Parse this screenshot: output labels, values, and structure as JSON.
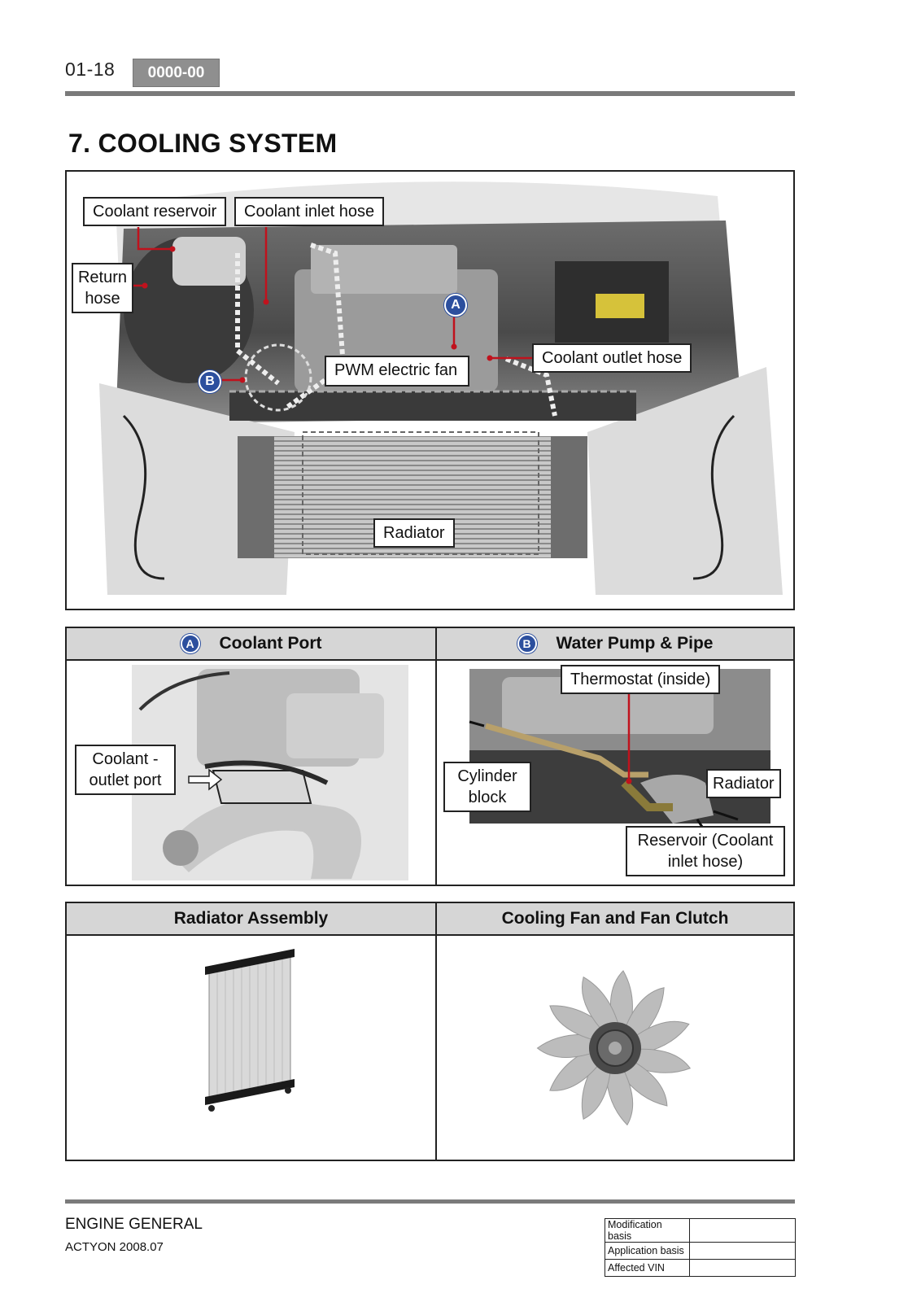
{
  "header": {
    "page_number": "01-18",
    "code": "0000-00"
  },
  "title": "7. COOLING SYSTEM",
  "main_figure": {
    "labels": {
      "coolant_reservoir": "Coolant reservoir",
      "coolant_inlet_hose": "Coolant inlet hose",
      "return_hose": "Return hose",
      "pwm_electric_fan": "PWM electric fan",
      "coolant_outlet_hose": "Coolant outlet hose",
      "radiator": "Radiator"
    },
    "markers": {
      "a": "A",
      "b": "B"
    }
  },
  "panels_row1": {
    "left": {
      "marker": "A",
      "title": "Coolant Port",
      "labels": {
        "coolant_outlet_port": "Coolant - outlet port"
      }
    },
    "right": {
      "marker": "B",
      "title": "Water Pump & Pipe",
      "labels": {
        "thermostat": "Thermostat (inside)",
        "cylinder_block": "Cylinder block",
        "radiator": "Radiator",
        "reservoir": "Reservoir (Coolant inlet hose)"
      }
    }
  },
  "panels_row2": {
    "left": {
      "title": "Radiator Assembly"
    },
    "right": {
      "title": "Cooling Fan and Fan Clutch"
    }
  },
  "footer": {
    "section": "ENGINE GENERAL",
    "model": "ACTYON 2008.07",
    "modification_table": [
      {
        "key": "Modification basis",
        "value": ""
      },
      {
        "key": "Application basis",
        "value": ""
      },
      {
        "key": "Affected VIN",
        "value": ""
      }
    ]
  },
  "colors": {
    "marker_blue": "#2c4f9e",
    "leader_red": "#c0121d",
    "header_gray": "#d6d6d6",
    "badge_gray": "#8f8f8f"
  }
}
